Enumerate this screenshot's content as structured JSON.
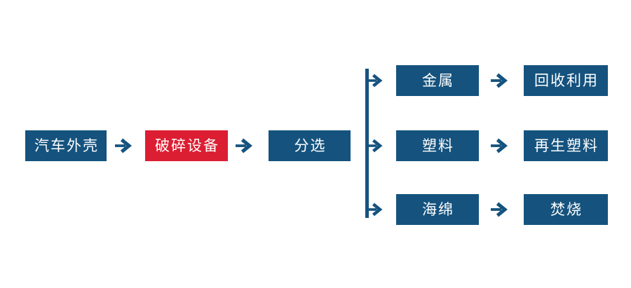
{
  "colors": {
    "node_blue": "#15537E",
    "node_red": "#DC1E32",
    "arrow_blue": "#15537E",
    "text": "#FFFFFF",
    "background": "#FFFFFF"
  },
  "flowchart": {
    "main_flow": [
      {
        "label": "汽车外壳",
        "variant": "blue"
      },
      {
        "label": "破碎设备",
        "variant": "red"
      },
      {
        "label": "分选",
        "variant": "blue"
      }
    ],
    "branches": [
      {
        "material": "金属",
        "result": "回收利用"
      },
      {
        "material": "塑料",
        "result": "再生塑料"
      },
      {
        "material": "海绵",
        "result": "焚烧"
      }
    ]
  }
}
